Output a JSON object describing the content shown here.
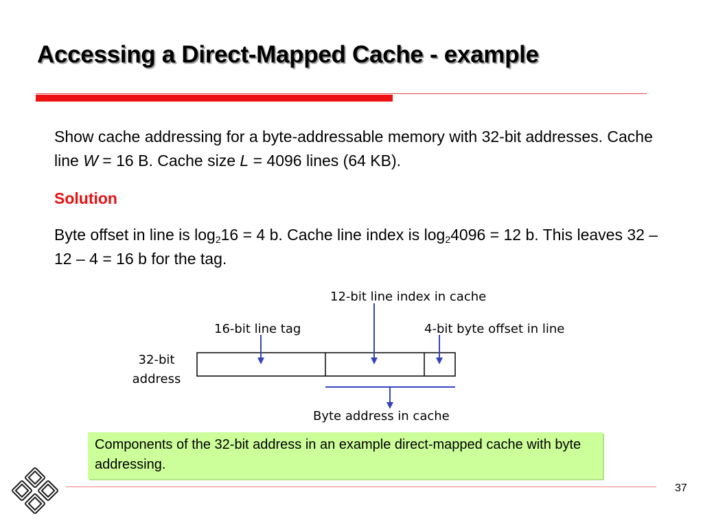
{
  "slide": {
    "title": "Accessing a Direct-Mapped Cache - example",
    "paragraph1": {
      "part1": "Show cache addressing for a byte-addressable memory with 32-bit addresses. Cache line ",
      "var_w": "W",
      "part2": " = 16 B. Cache size ",
      "var_l": "L",
      "part3": " = 4096 lines (64 KB)."
    },
    "solution_heading": "Solution",
    "paragraph2": {
      "part1": "Byte offset in line is log",
      "sub1": "2",
      "part2": "16 = 4 b. Cache line index is log",
      "sub2": "2",
      "part3": "4096 = 12 b. This leaves 32 – 12 – 4 = 16 b for the tag."
    },
    "page_number": "37"
  },
  "diagram": {
    "label_index": "12-bit line index in cache",
    "label_tag": "16-bit line tag",
    "label_offset": "4-bit byte offset in line",
    "label_address_line1": "32-bit",
    "label_address_line2": "address",
    "label_byte_address": "Byte address in cache",
    "caption": "Components of the 32-bit address in an example direct-mapped cache with byte addressing.",
    "arrow_color": "#3344bb"
  }
}
